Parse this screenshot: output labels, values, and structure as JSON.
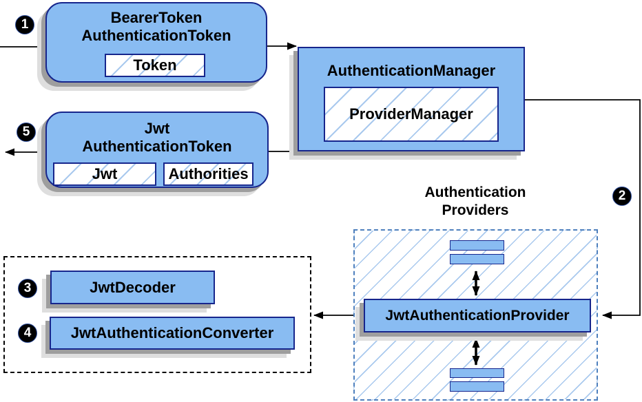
{
  "nodes": {
    "bearer_token": {
      "line1": "BearerToken",
      "line2": "AuthenticationToken",
      "child": "Token"
    },
    "authentication_manager": {
      "title": "AuthenticationManager",
      "child": "ProviderManager"
    },
    "jwt_token": {
      "line1": "Jwt",
      "line2": "AuthenticationToken",
      "child1": "Jwt",
      "child2": "Authorities"
    },
    "providers_group": {
      "line1": "Authentication",
      "line2": "Providers"
    },
    "jwt_authentication_provider": {
      "title": "JwtAuthenticationProvider"
    },
    "jwt_decoder": {
      "title": "JwtDecoder"
    },
    "jwt_authentication_converter": {
      "title": "JwtAuthenticationConverter"
    }
  },
  "badges": {
    "step1": "1",
    "step2": "2",
    "step3": "3",
    "step4": "4",
    "step5": "5"
  },
  "colors": {
    "node_fill": "#89bcf2",
    "node_border": "#16258c",
    "hatch_line": "#a9c9ee",
    "dashed_blue_border": "#4d7fbd",
    "shadow_dark": "#9e9e9e",
    "shadow_light": "#dedede",
    "connector": "#000000"
  }
}
